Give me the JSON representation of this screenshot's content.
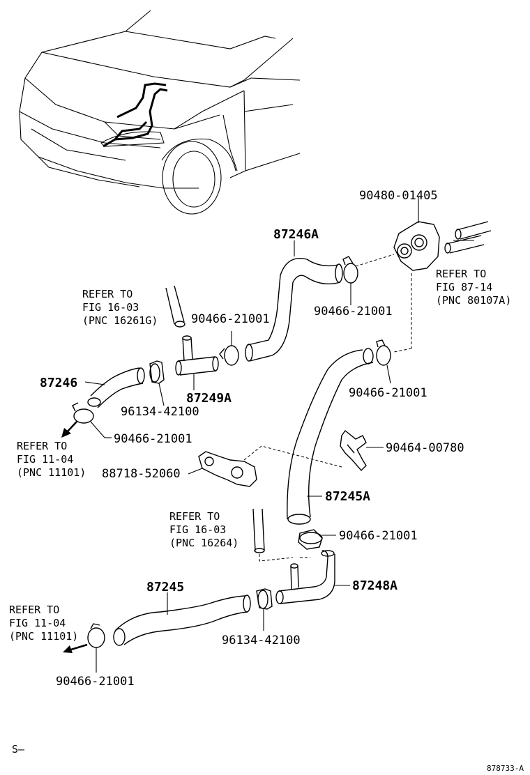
{
  "callouts": {
    "p_9048001405": "90480-01405",
    "p_87246A": "87246A",
    "p_clamp_top_right": "90466-21001",
    "p_clamp_top_left": "90466-21001",
    "p_87246": "87246",
    "p_87249A": "87249A",
    "p_9613442100_top": "96134-42100",
    "p_clamp_left": "90466-21001",
    "p_clamp_mid_right": "90466-21001",
    "p_9046400780": "90464-00780",
    "p_8871852060": "88718-52060",
    "p_87245A": "87245A",
    "p_clamp_lower_right": "90466-21001",
    "p_87248A": "87248A",
    "p_87245": "87245",
    "p_9613442100_bottom": "96134-42100",
    "p_clamp_bottom_left": "90466-21001"
  },
  "refs": {
    "ref_87_14": [
      "REFER TO",
      "FIG 87-14",
      "(PNC 80107A)"
    ],
    "ref_16_03_top": [
      "REFER TO",
      "FIG 16-03",
      "(PNC 16261G)"
    ],
    "ref_11_04_top": [
      "REFER TO",
      "FIG 11-04",
      "(PNC 11101)"
    ],
    "ref_16_03_mid": [
      "REFER TO",
      "FIG 16-03",
      "(PNC 16264)"
    ],
    "ref_11_04_bottom": [
      "REFER TO",
      "FIG 11-04",
      "(PNC 11101)"
    ]
  },
  "footer": {
    "left_mark": "S–",
    "figure_id": "878733-A"
  }
}
